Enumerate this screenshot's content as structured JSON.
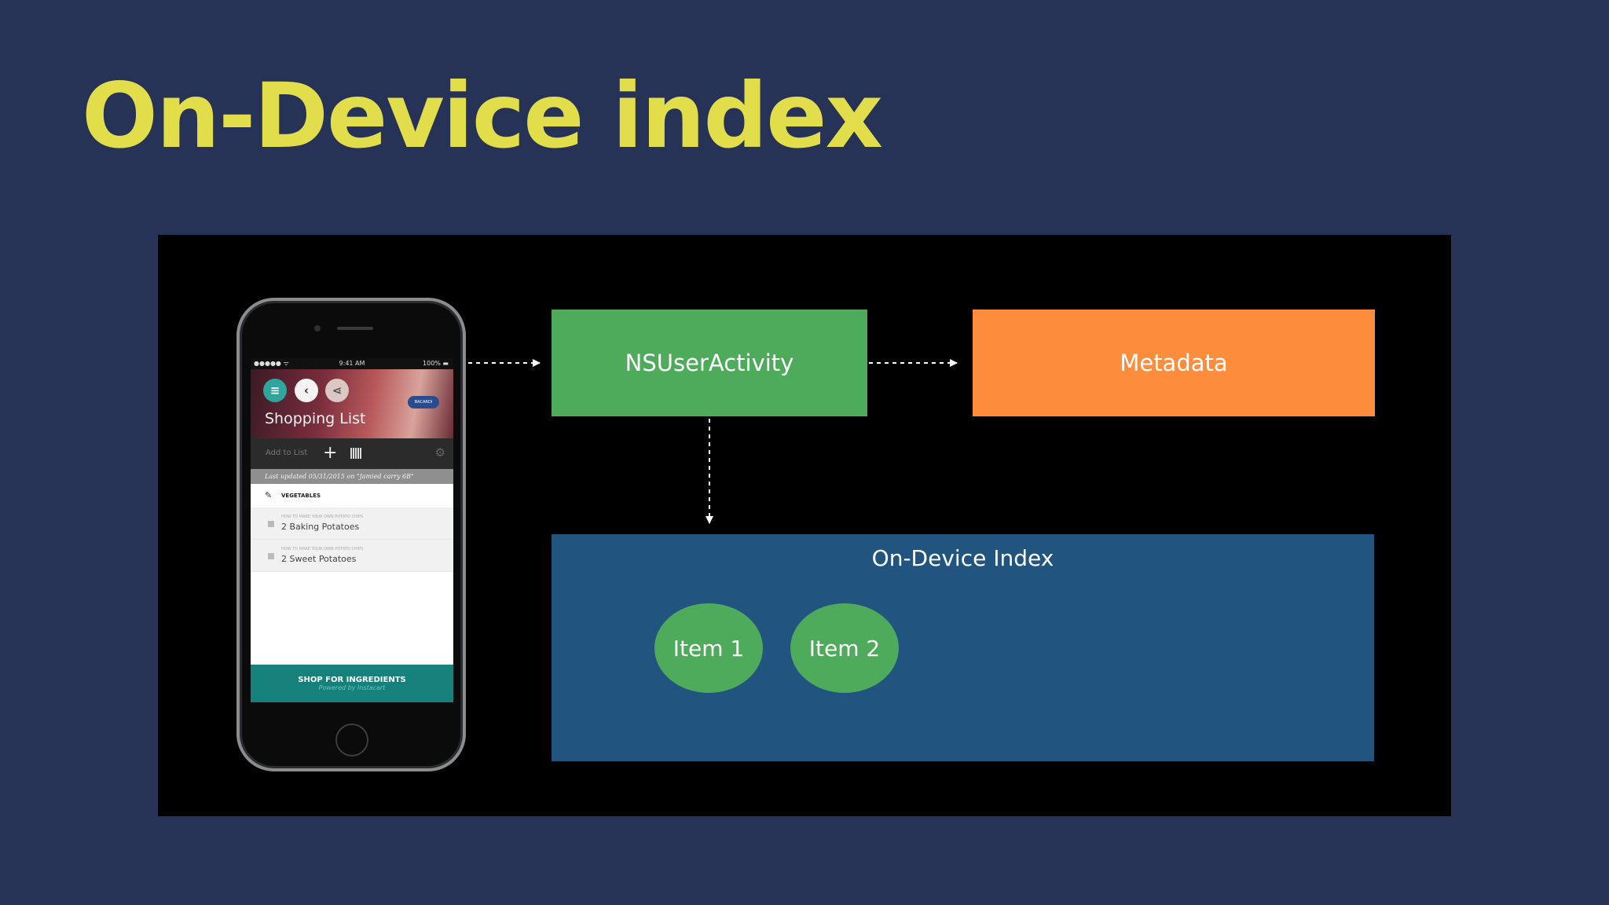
{
  "slide": {
    "title": "On-Device index"
  },
  "phone": {
    "status": {
      "signal": "●●●●● ᯤ",
      "time": "9:41 AM",
      "battery": "100% ▬"
    },
    "brand": "BACARDI",
    "title": "Shopping List",
    "add_placeholder": "Add to List",
    "updated": "Last updated 05/31/2015 on \"Jamied carry 6B\"",
    "section": "VEGETABLES",
    "items": [
      {
        "hint": "HOW TO MAKE YOUR OWN POTATO CHIPS",
        "name": "2 Baking Potatoes"
      },
      {
        "hint": "HOW TO MAKE YOUR OWN POTATO CHIPS",
        "name": "2 Sweet Potatoes"
      }
    ],
    "shop_label": "SHOP FOR INGREDIENTS",
    "shop_sub": "Powered by Instacart"
  },
  "diagram": {
    "activity_label": "NSUserActivity",
    "metadata_label": "Metadata",
    "index_label": "On-Device Index",
    "items": [
      "Item 1",
      "Item 2"
    ],
    "colors": {
      "green": "#4eab5b",
      "orange": "#fc8d3c",
      "blue": "#215580",
      "title": "#e2dd4b"
    }
  }
}
